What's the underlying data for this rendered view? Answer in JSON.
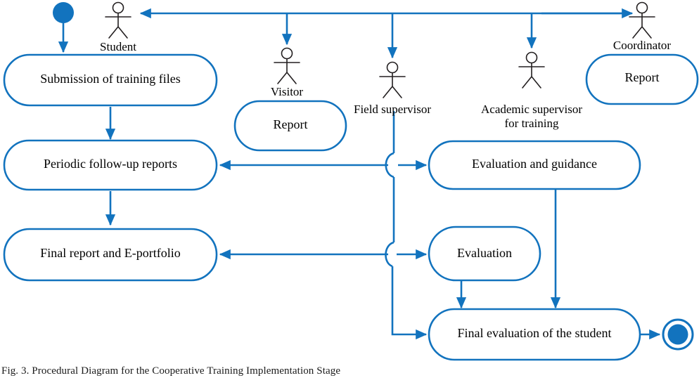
{
  "figure": {
    "caption": "Fig. 3. Procedural Diagram for the Cooperative Training Implementation Stage",
    "colors": {
      "flow_blue": "#1273be",
      "actor_black": "#231f20",
      "node_fill": "#ffffff",
      "text_black": "#000000"
    }
  },
  "nodes": {
    "start": {
      "label": "",
      "name": "initial-node"
    },
    "end": {
      "label": "",
      "name": "final-node"
    },
    "activities": [
      {
        "id": "submission",
        "label": "Submission of training files"
      },
      {
        "id": "periodic",
        "label": "Periodic follow-up reports"
      },
      {
        "id": "final_report",
        "label": "Final report and E-portfolio"
      },
      {
        "id": "visitor_report",
        "label": "Report"
      },
      {
        "id": "coordinator_report",
        "label": "Report"
      },
      {
        "id": "evaluation_guidance",
        "label": "Evaluation and guidance"
      },
      {
        "id": "evaluation",
        "label": "Evaluation"
      },
      {
        "id": "final_evaluation",
        "label": "Final evaluation of the student"
      }
    ]
  },
  "actors": [
    {
      "id": "student",
      "label": "Student"
    },
    {
      "id": "visitor",
      "label": "Visitor"
    },
    {
      "id": "field_supervisor",
      "label": "Field supervisor"
    },
    {
      "id": "academic_supervisor",
      "label": "Academic supervisor",
      "label2": "for training"
    },
    {
      "id": "coordinator",
      "label": "Coordinator"
    }
  ]
}
